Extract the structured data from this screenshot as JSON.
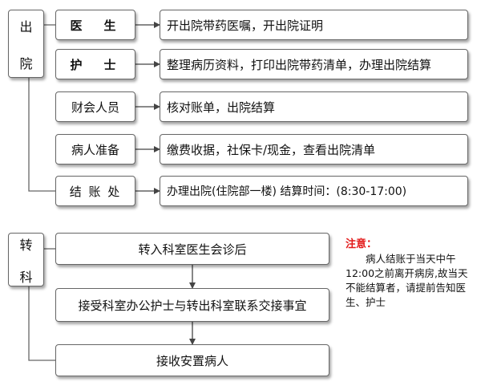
{
  "discharge": {
    "label_chars": [
      "出",
      "院"
    ],
    "rows": [
      {
        "role": "医　生",
        "task": "开出院带药医嘱，开出院证明"
      },
      {
        "role": "护　士",
        "task": "整理病历资料，打印出院带药清单，办理出院结算"
      },
      {
        "role": "财会人员",
        "task": "核对账单，出院结算"
      },
      {
        "role": "病人准备",
        "task": "缴费收据，社保卡/现金，查看出院清单"
      },
      {
        "role": "结 账 处",
        "task": "办理出院(住院部一楼) 结算时间：(8:30-17:00)"
      }
    ]
  },
  "transfer": {
    "label_chars": [
      "转",
      "科"
    ],
    "steps": [
      "转入科室医生会诊后",
      "接受科室办公护士与转出科室联系交接事宜",
      "接收安置病人"
    ]
  },
  "note": {
    "title": "注意：",
    "body": "病人结账于当天中午12:00之前离开病房,故当天不能结算者，请提前告知医生、护士"
  }
}
